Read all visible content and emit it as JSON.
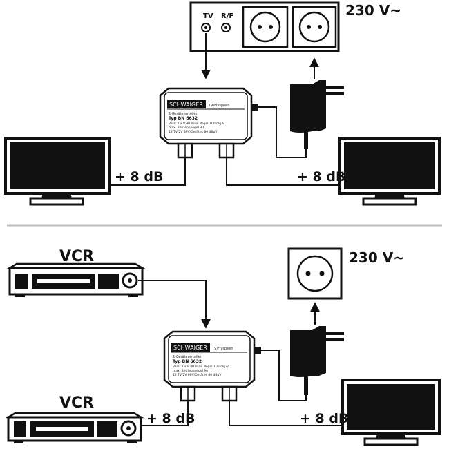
{
  "top": {
    "voltage_label": "230 V~",
    "wall_plate": {
      "tv_label": "TV",
      "radio_label": "R/F"
    },
    "amplifier": {
      "brand": "SCHWAIGER",
      "product_tag": "TV/Flyspeen",
      "lines": [
        "2-Geräteverteiler",
        "Typ BN 6632",
        "Vers: 2 x 8 dB max. Pegel 100 dBµV",
        "max. Betriebspegel 90",
        "12 TV/2V 80V/Gerätes 80 dBµV"
      ]
    },
    "gain_left": "+ 8 dB",
    "gain_right": "+ 8 dB"
  },
  "bottom": {
    "voltage_label": "230 V~",
    "vcr_top_label": "VCR",
    "vcr_bottom_label": "VCR",
    "amplifier": {
      "brand": "SCHWAIGER",
      "product_tag": "TV/Flyspeen",
      "lines": [
        "2-Geräteverteiler",
        "Typ BN 6632",
        "Vers: 2 x 8 dB max. Pegel 100 dBµV",
        "max. Betriebspegel 90",
        "12 TV/2V 80V/Gerätes 80 dBµV"
      ]
    },
    "gain_left": "+ 8 dB",
    "gain_right": "+ 8 dB"
  }
}
